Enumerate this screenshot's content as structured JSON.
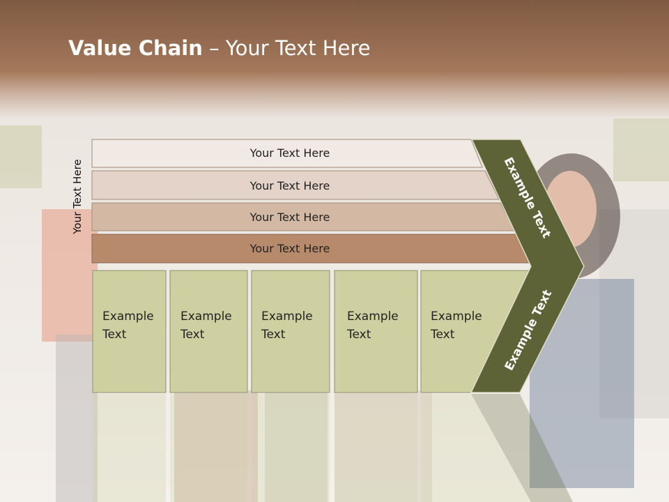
{
  "slide": {
    "title_bold": "Value Chain",
    "title_rest": " – Your Text Here",
    "side_label": "Your Text Here"
  },
  "bars": [
    {
      "label": "Your Text Here",
      "color": "#f0e9e4"
    },
    {
      "label": "Your Text Here",
      "color": "#e4d3c8"
    },
    {
      "label": "Your Text Here",
      "color": "#d3b8a4"
    },
    {
      "label": "Your Text Here",
      "color": "#b88a6c"
    }
  ],
  "boxes": [
    {
      "line1": "Example",
      "line2": "Text"
    },
    {
      "line1": "Example",
      "line2": "Text"
    },
    {
      "line1": "Example",
      "line2": "Text"
    },
    {
      "line1": "Example",
      "line2": "Text"
    },
    {
      "line1": "Example",
      "line2": "Text"
    }
  ],
  "chevron": {
    "upper_label": "Example Text",
    "lower_label": "Example Text",
    "color": "#5d6336"
  },
  "colors": {
    "box_fill": "#ced0a1",
    "header_band": "#9a6a4c"
  }
}
